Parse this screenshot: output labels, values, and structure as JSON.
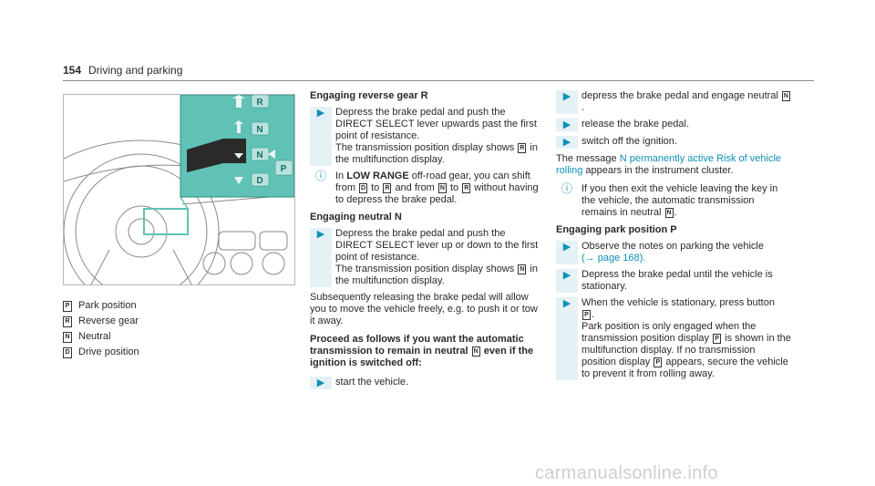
{
  "header": {
    "page_number": "154",
    "section": "Driving and parking"
  },
  "figure": {
    "labels": [
      "R",
      "N",
      "N",
      "D",
      "P"
    ]
  },
  "legend": [
    {
      "key": "P",
      "text": "Park position"
    },
    {
      "key": "R",
      "text": "Reverse gear"
    },
    {
      "key": "N",
      "text": "Neutral"
    },
    {
      "key": "D",
      "text": "Drive position"
    }
  ],
  "col2": {
    "h1": "Engaging reverse gear R",
    "step1": "Depress the brake pedal and push the DIRECT SELECT lever upwards past the first point of resistance.",
    "step1b_pre": "The transmission position display shows",
    "step1b_key": "R",
    "step1b_post": "in the multifunction display.",
    "note_pre": "In",
    "note_bold": "LOW RANGE",
    "note_mid": "off-road gear, you can shift from",
    "note_k1": "D",
    "note_to1": "to",
    "note_k2": "R",
    "note_and": "and from",
    "note_k3": "N",
    "note_to2": "to",
    "note_k4": "R",
    "note_post": "without having to depress the brake pedal.",
    "h2": "Engaging neutral N",
    "step2": "Depress the brake pedal and push the DIRECT SELECT lever up or down to the first point of resistance.",
    "step2b_pre": "The transmission position display shows",
    "step2b_key": "N",
    "step2b_post": "in the multifunction display.",
    "para": "Subsequently releasing the brake pedal will allow you to move the vehicle freely, e.g. to push it or tow it away.",
    "h3_pre": "Proceed as follows if you want the automatic transmission to remain in neutral",
    "h3_key": "N",
    "h3_post": "even if the ignition is switched off:",
    "step3": "start the vehicle."
  },
  "col3": {
    "step1_pre": "depress the brake pedal and engage neutral",
    "step1_key": "N",
    "step2": "release the brake pedal.",
    "step3": "switch off the ignition.",
    "msg_pre": "The message",
    "msg_link": "N permanently active Risk of vehicle rolling",
    "msg_post": "appears in the instrument cluster.",
    "note_pre": "If you then exit the vehicle leaving the key in the vehicle, the automatic transmission remains in neutral",
    "note_key": "N",
    "h": "Engaging park position P",
    "s1": "Observe the notes on parking the vehicle",
    "s1_ref": "(→ page 168).",
    "s2": "Depress the brake pedal until the vehicle is stationary.",
    "s3_pre": "When the vehicle is stationary, press button",
    "s3_key": "P",
    "s3_a": "Park position is only engaged when the transmission position display",
    "s3_k2": "P",
    "s3_b": "is shown in the multifunction display. If no transmission position display",
    "s3_k3": "P",
    "s3_c": "appears, secure the vehicle to prevent it from rolling away."
  },
  "watermark": "carmanualsonline.info",
  "colors": {
    "accent": "#0e8fb8",
    "panel": "#5fc2b5"
  }
}
